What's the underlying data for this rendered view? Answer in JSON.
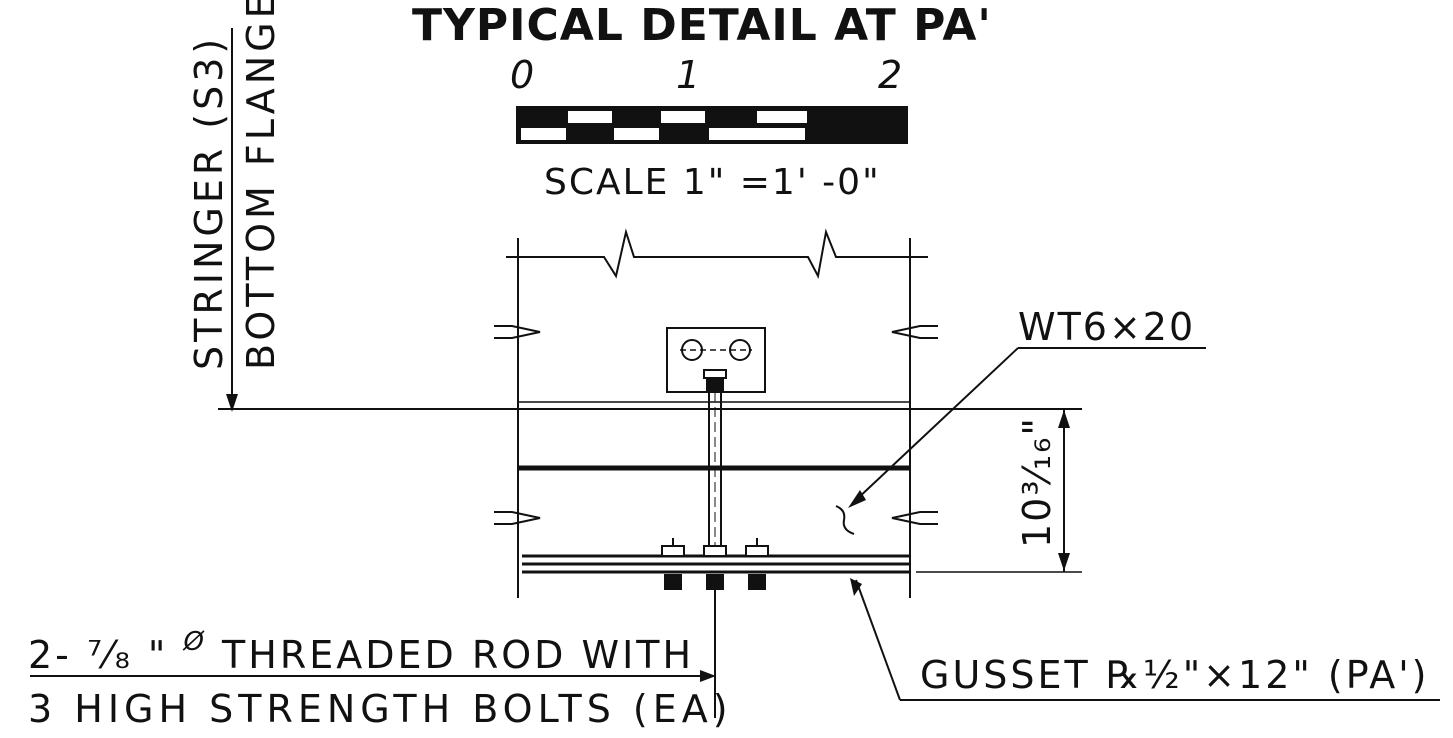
{
  "title": "TYPICAL DETAIL AT PA'",
  "scale_bar": {
    "ticks": [
      "0",
      "1",
      "2"
    ],
    "caption": "SCALE 1\" =1' -0\""
  },
  "labels": {
    "stringer_line1": "STRINGER (S3)",
    "stringer_line2": "BOTTOM FLANGE",
    "wt_member": "WT6×20",
    "dimension": "10³⁄₁₆\"",
    "rod_line1_prefix": "2-",
    "rod_line1_frac": "⁷⁄₈",
    "rod_line1_quote": "\"",
    "rod_line1_dia": "Ø",
    "rod_line1_rest": "THREADED ROD WITH",
    "rod_line2": "3 HIGH STRENGTH BOLTS (EA)",
    "gusset": "GUSSET ℞½\"×12\" (PA')"
  }
}
